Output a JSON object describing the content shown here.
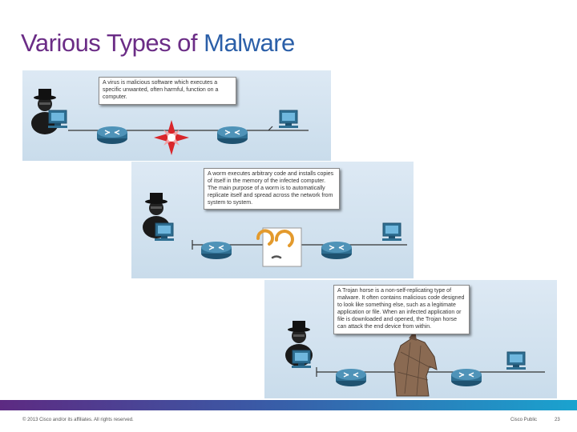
{
  "title": {
    "part1": "Various Types of ",
    "part2": "Malware"
  },
  "callouts": {
    "virus": "A virus is malicious software which executes a specific unwanted, often harmful, function on a computer.",
    "worm": "A worm executes arbitrary code and installs copies of itself in the memory of the infected computer. The main purpose of a worm is to automatically replicate itself and spread across the network from system to system.",
    "trojan": "A Trojan horse is a non-self-replicating type of malware. It often contains malicious code designed to look like something else, such as a legitimate application or file. When an infected application or file is downloaded and opened, the Trojan horse can attack the end device from within."
  },
  "footer": {
    "copyright": "© 2013 Cisco and/or its affiliates. All rights reserved.",
    "classification": "Cisco Public",
    "page": "23"
  },
  "colors": {
    "title_purple": "#6b2d86",
    "title_blue": "#2b5fa8",
    "router": "#2f6f92",
    "virus": "#d9262b",
    "worm": "#e39a2d",
    "trojan": "#8a6a52"
  }
}
